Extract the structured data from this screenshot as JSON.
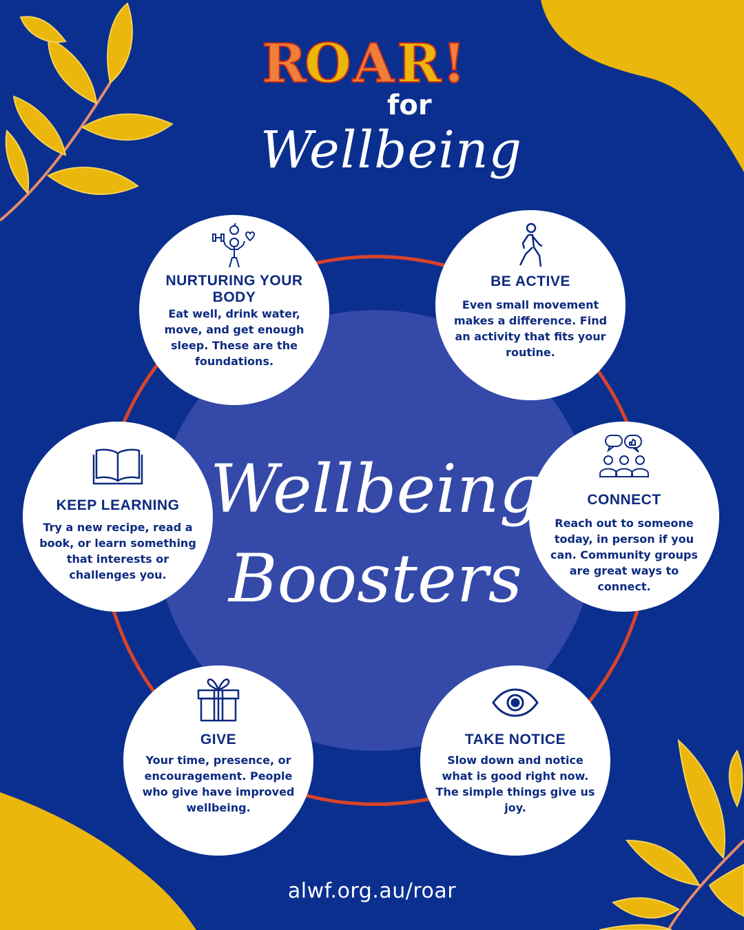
{
  "header": {
    "logo_text": "ROAR!",
    "for_text": "for",
    "script_title": "Wellbeing"
  },
  "center": {
    "line1": "Wellbeing",
    "line2": "Boosters"
  },
  "cards": [
    {
      "icon": "body-health-icon",
      "title": "NURTURING YOUR BODY",
      "desc": "Eat well, drink water, move, and get enough sleep. These are the foundations."
    },
    {
      "icon": "walking-person-icon",
      "title": "BE ACTIVE",
      "desc": "Even small movement makes a difference. Find an activity that fits your routine."
    },
    {
      "icon": "open-book-icon",
      "title": "KEEP LEARNING",
      "desc": "Try a new recipe, read a book, or learn something that interests or challenges you."
    },
    {
      "icon": "people-chat-icon",
      "title": "CONNECT",
      "desc": "Reach out to someone today, in person if you can. Community groups are great ways to connect."
    },
    {
      "icon": "gift-icon",
      "title": "GIVE",
      "desc": "Your time, presence, or encouragement. People who give have improved wellbeing."
    },
    {
      "icon": "eye-icon",
      "title": "TAKE NOTICE",
      "desc": "Slow down and notice what is good right now. The simple things give us joy."
    }
  ],
  "footer": {
    "url": "alwf.org.au/roar"
  },
  "colors": {
    "background": "#0a2f8f",
    "center_circle": "#3449a8",
    "ring": "#d8442a",
    "accent_yellow": "#ebb70c",
    "text_navy": "#0d2a80"
  }
}
